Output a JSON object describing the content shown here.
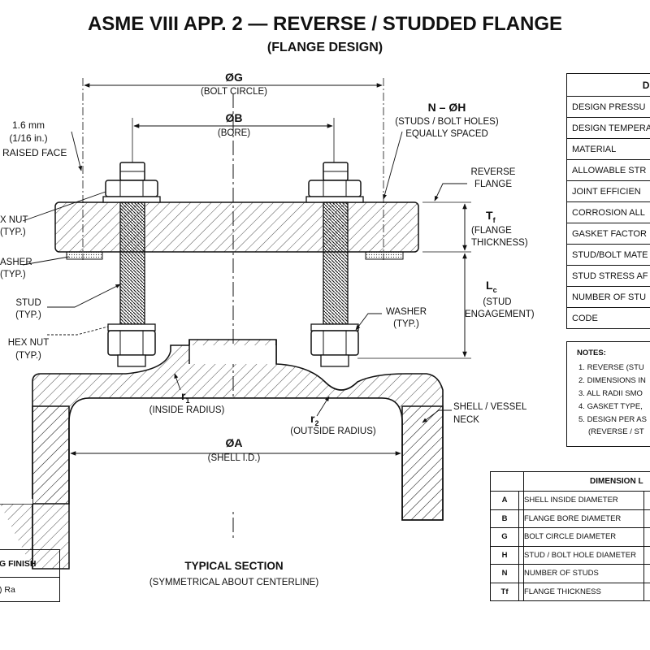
{
  "title": {
    "main": "ASME VIII APP. 2 — REVERSE / STUDDED FLANGE",
    "sub": "(FLANGE DESIGN)"
  },
  "dimension_labels": {
    "bolt_circle": "ØG",
    "bolt_circle_desc": "(BOLT CIRCLE)",
    "bore": "ØB",
    "bore_desc": "(BORE)",
    "studs": "N – ØH",
    "studs_desc_1": "(STUDS / BOLT HOLES)",
    "studs_desc_2": "EQUALLY SPACED",
    "raised_face_1": "1.6 mm",
    "raised_face_2": "(1/16 in.)",
    "raised_face_3": "RAISED FACE",
    "reverse_flange_1": "REVERSE",
    "reverse_flange_2": "FLANGE",
    "tf_symbol": "T",
    "tf_sub": "f",
    "tf_desc_1": "(FLANGE",
    "tf_desc_2": "THICKNESS)",
    "lc_symbol": "L",
    "lc_sub": "c",
    "lc_desc_1": "(STUD",
    "lc_desc_2": "ENGAGEMENT)",
    "hex_nut_top_1": "X NUT",
    "hex_nut_top_2": "(TYP.)",
    "washer_left_1": "ASHER",
    "washer_left_2": "(TYP.)",
    "stud_1": "STUD",
    "stud_2": "(TYP.)",
    "hex_nut_bottom_1": "HEX NUT",
    "hex_nut_bottom_2": "(TYP.)",
    "washer_right_1": "WASHER",
    "washer_right_2": "(TYP.)",
    "r1_symbol": "r",
    "r1_sub": "1",
    "r1_desc": "(INSIDE RADIUS)",
    "r2_symbol": "r",
    "r2_sub": "2",
    "r2_desc": "(OUTSIDE RADIUS)",
    "shell_1": "SHELL / VESSEL",
    "shell_2": "NECK",
    "shell_id": "ØA",
    "shell_id_desc": "(SHELL I.D.)",
    "section_title": "TYPICAL SECTION",
    "section_sub": "(SYMMETRICAL ABOUT CENTERLINE)"
  },
  "design_table": {
    "header": "D",
    "rows": [
      "DESIGN PRESSU",
      "DESIGN TEMPERA",
      "MATERIAL",
      "ALLOWABLE STR",
      "JOINT EFFICIEN",
      "CORROSION ALL",
      "GASKET FACTOR",
      "STUD/BOLT MATE",
      "STUD STRESS AF",
      "NUMBER OF STU",
      "CODE"
    ]
  },
  "notes": {
    "header": "NOTES:",
    "items": [
      {
        "num": "1.",
        "text": "REVERSE (STU"
      },
      {
        "num": "2.",
        "text": "DIMENSIONS IN"
      },
      {
        "num": "3.",
        "text": "ALL RADII SMO"
      },
      {
        "num": "4.",
        "text": "GASKET TYPE,"
      },
      {
        "num": "5.",
        "text": "DESIGN PER AS"
      },
      {
        "num": "",
        "text": "(REVERSE / ST"
      }
    ]
  },
  "dimension_legend": {
    "header": "DIMENSION L",
    "rows": [
      {
        "sym": "A",
        "desc": "SHELL INSIDE DIAMETER"
      },
      {
        "sym": "B",
        "desc": "FLANGE BORE DIAMETER"
      },
      {
        "sym": "G",
        "desc": "BOLT CIRCLE DIAMETER"
      },
      {
        "sym": "H",
        "desc": "STUD / BOLT HOLE DIAMETER"
      },
      {
        "sym": "N",
        "desc": "NUMBER OF STUDS"
      },
      {
        "sym": "Tf",
        "desc": "FLANGE THICKNESS"
      }
    ]
  },
  "finish_table": {
    "header": "G FINISH",
    "value": ") Ra"
  }
}
